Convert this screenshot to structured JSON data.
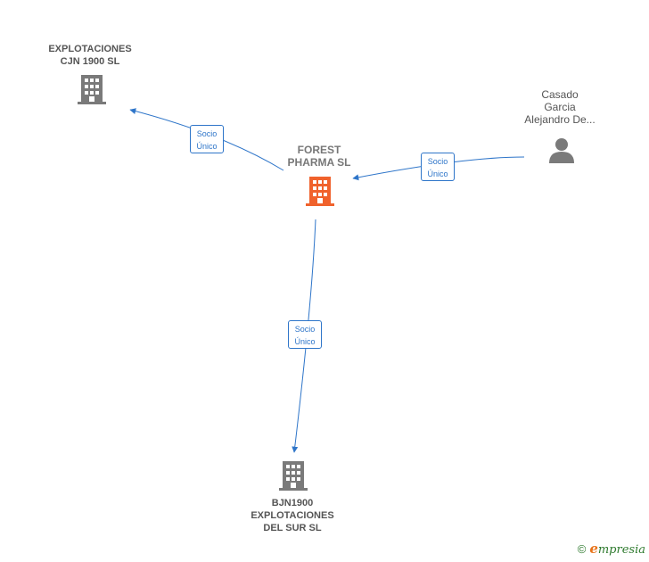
{
  "colors": {
    "edge": "#2e75c9",
    "building_gray": "#7a7a7a",
    "building_center": "#f0622c",
    "person": "#7a7a7a"
  },
  "nodes": {
    "explotaciones_cjn": {
      "label": "EXPLOTACIONES\nCJN 1900  SL",
      "icon": "building-icon"
    },
    "forest_pharma": {
      "label": "FOREST\nPHARMA  SL",
      "icon": "building-icon"
    },
    "casado_garcia": {
      "label": "Casado\nGarcia\nAlejandro De...",
      "icon": "person-icon"
    },
    "bjn1900": {
      "label": "BJN1900\nEXPLOTACIONES\nDEL SUR  SL",
      "icon": "building-icon"
    }
  },
  "edges": {
    "forest_to_cjn": "Socio\nÚnico",
    "casado_to_forest": "Socio\nÚnico",
    "forest_to_bjn": "Socio\nÚnico"
  },
  "footer": {
    "copyright": "©",
    "brand_initial": "e",
    "brand_rest": "mpresia"
  }
}
